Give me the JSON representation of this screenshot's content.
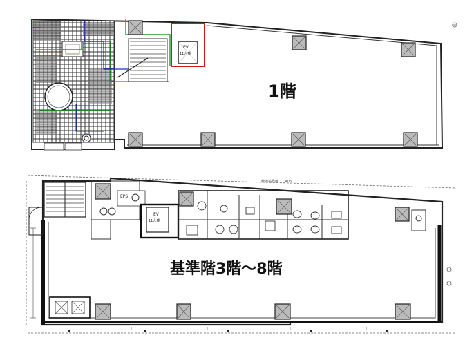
{
  "floor1": {
    "label": "1階",
    "ev_label": "EV",
    "ev_capacity": "11人乗",
    "colors": {
      "ev_outline": "#d01818",
      "line_green": "#1f9d2a",
      "line_blue": "#1a2fd0",
      "seating_fill": "#444444"
    }
  },
  "standard_floor": {
    "label": "基準階3階～8階",
    "ev_label": "EV",
    "ev_capacity": "11人乗",
    "eps_label": "EPS",
    "dimension_note": "敷地境界線 17,403"
  }
}
